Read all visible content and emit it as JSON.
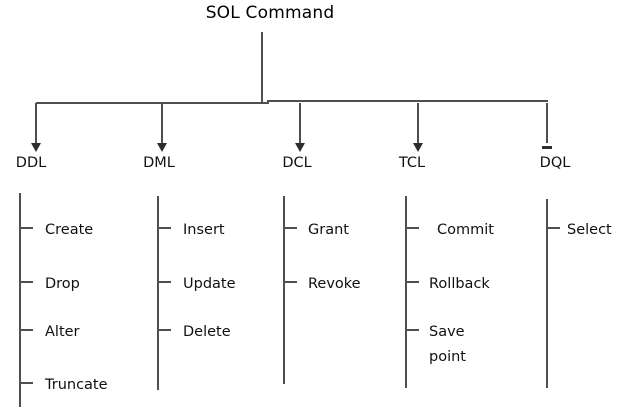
{
  "title": "SOL Command",
  "colors": {
    "line": "#4f4f4f",
    "arrow": "#2e2e2e",
    "text": "#111111",
    "title_text": "#000000",
    "background": "#ffffff"
  },
  "branches": [
    {
      "label": "DDL",
      "items": [
        "Create",
        "Drop",
        "Alter",
        "Truncate"
      ]
    },
    {
      "label": "DML",
      "items": [
        "Insert",
        "Update",
        "Delete"
      ]
    },
    {
      "label": "DCL",
      "items": [
        "Grant",
        "Revoke"
      ]
    },
    {
      "label": "TCL",
      "items": [
        "Commit",
        "Rollback",
        "Save point"
      ]
    },
    {
      "label": "DQL",
      "items": [
        "Select"
      ]
    }
  ]
}
